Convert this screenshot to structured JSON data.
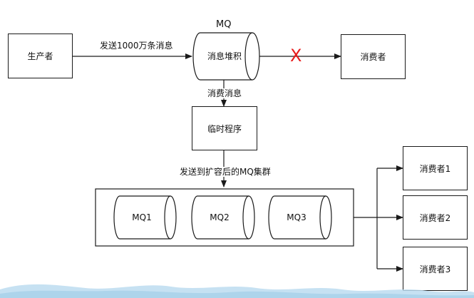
{
  "producer": {
    "label": "生产者"
  },
  "mq": {
    "title": "MQ",
    "cylinder_label": "消息堆积"
  },
  "edges": {
    "send_label": "发送1000万条消息",
    "blocked_mark": "X",
    "consume_label": "消费消息",
    "send_cluster_label": "发送到扩容后的MQ集群"
  },
  "blocked_consumer": {
    "label": "消费者"
  },
  "temp_program": {
    "label": "临时程序"
  },
  "cluster": {
    "queues": [
      "MQ1",
      "MQ2",
      "MQ3"
    ]
  },
  "consumers": [
    "消费者1",
    "消费者2",
    "消费者3"
  ],
  "colors": {
    "stroke": "#1a1a1a",
    "blocked": "#e81c1c",
    "wave": "#bcdcf0"
  }
}
